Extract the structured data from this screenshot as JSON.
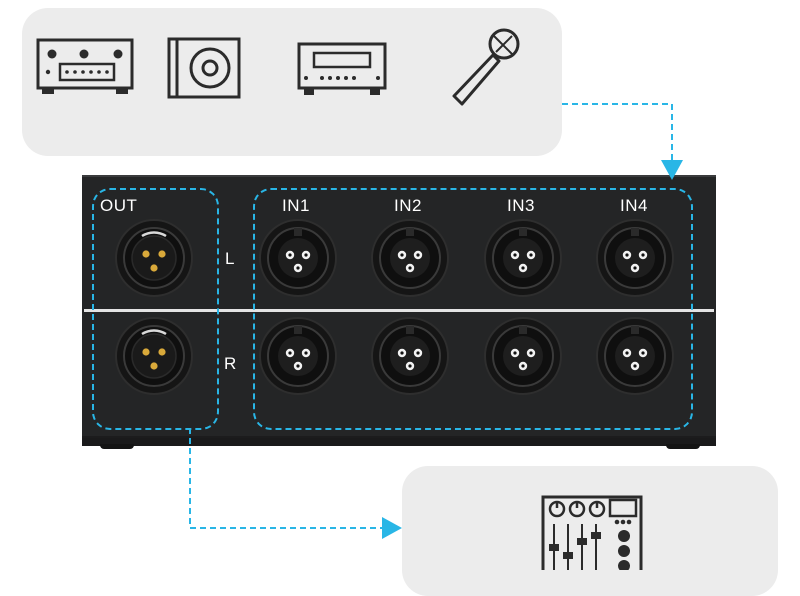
{
  "labels": {
    "out": "OUT",
    "left": "L",
    "right": "R",
    "inputs": [
      "IN1",
      "IN2",
      "IN3",
      "IN4"
    ]
  },
  "icons": {
    "sources": [
      "amplifier-icon",
      "cd-player-icon",
      "receiver-icon",
      "microphone-icon"
    ],
    "destination": "mixing-console-icon"
  },
  "colors": {
    "accent": "#29b6e6",
    "chassis": "#242526",
    "panel": "#ececec",
    "icon": "#2b2b2b"
  }
}
